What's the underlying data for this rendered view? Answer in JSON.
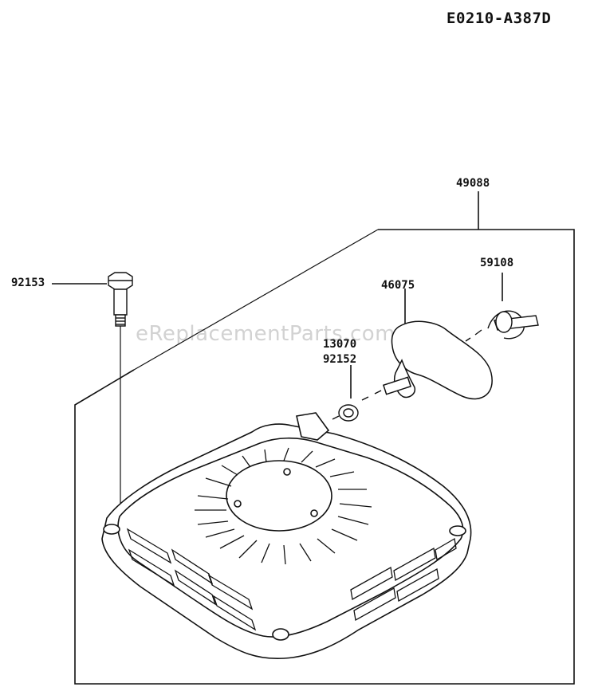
{
  "diagram_code": "E0210-A387D",
  "watermark": "eReplacementParts.com",
  "parts": [
    {
      "number": "49088"
    },
    {
      "number": "92153"
    },
    {
      "number": "59108"
    },
    {
      "number": "46075"
    },
    {
      "number": "13070"
    },
    {
      "number": "92152"
    }
  ]
}
